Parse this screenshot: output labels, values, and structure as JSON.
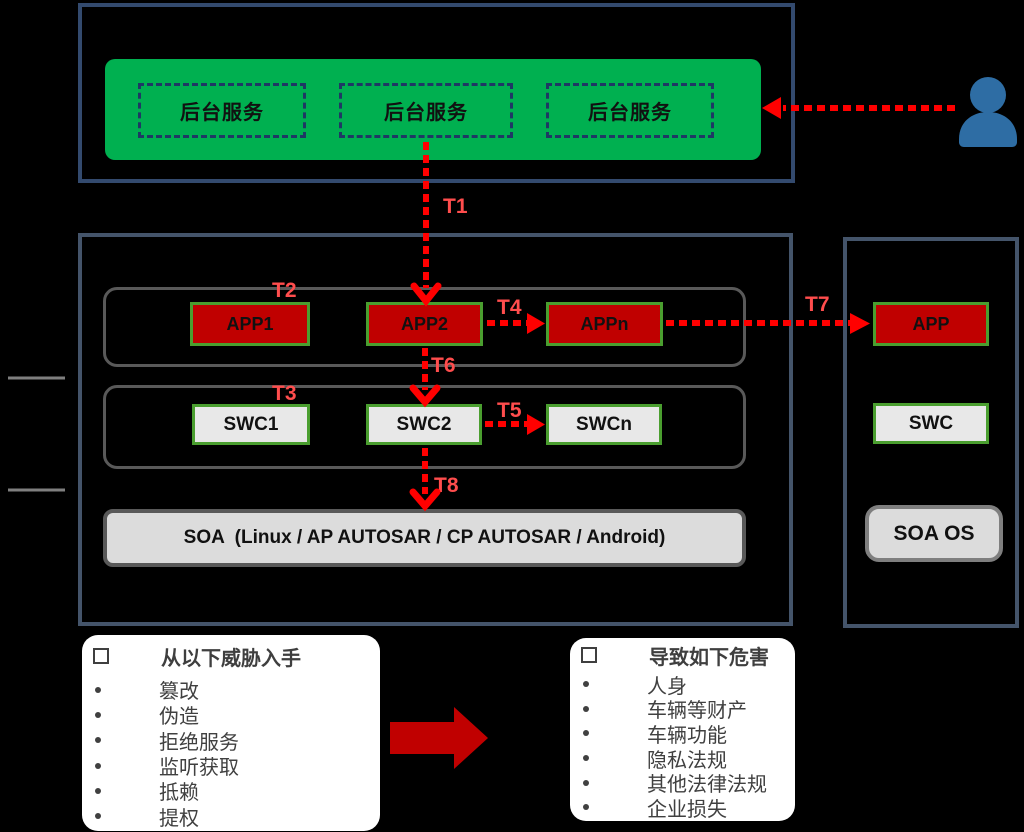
{
  "top_section": {
    "backend_services": [
      "后台服务",
      "后台服务",
      "后台服务"
    ]
  },
  "threat_labels": {
    "t1": "T1",
    "t2": "T2",
    "t3": "T3",
    "t4": "T4",
    "t5": "T5",
    "t6": "T6",
    "t7": "T7",
    "t8": "T8"
  },
  "platform": {
    "apps": [
      "APP1",
      "APP2",
      "APPn"
    ],
    "swcs": [
      "SWC1",
      "SWC2",
      "SWCn"
    ],
    "soa_bar": "SOA  (Linux / AP AUTOSAR / CP AUTOSAR / Android)"
  },
  "side_panel": {
    "app": "APP",
    "swc": "SWC",
    "soa_os": "SOA OS"
  },
  "threats": {
    "title": "从以下威胁入手",
    "items": [
      "篡改",
      "伪造",
      "拒绝服务",
      "监听获取",
      "抵赖",
      "提权"
    ]
  },
  "harms": {
    "title": "导致如下危害",
    "items": [
      "人身",
      "车辆等财产",
      "车辆功能",
      "隐私法规",
      "其他法律法规",
      "企业损失"
    ]
  },
  "colors": {
    "backend_green": "#00B050",
    "node_red": "#C00000",
    "node_green_border": "#4A9E2F",
    "arrow_red": "#FF0000",
    "threat_label_red": "#FF4D4D",
    "dashed_navy": "#1F3864",
    "frame_slate": "#44546A",
    "actor_blue": "#2E6DA4"
  }
}
